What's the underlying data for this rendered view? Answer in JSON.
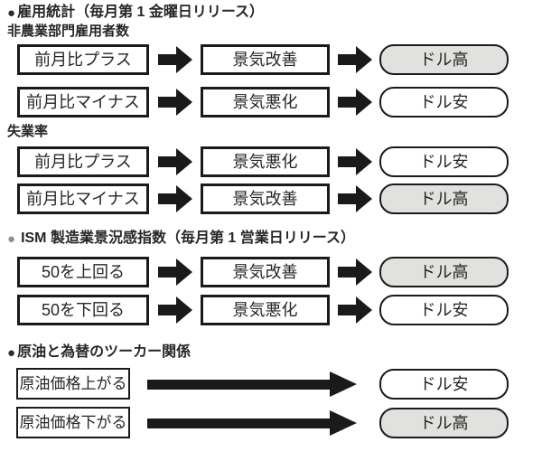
{
  "colors": {
    "ink": "#1a1a1a",
    "text": "#262626",
    "pill_fill": "#e1e1df",
    "bullet_gray": "#8f8f8f",
    "bullet_dark": "#2b2b2b",
    "background": "#ffffff"
  },
  "icons": {
    "bullet": "circle-bullet-icon",
    "arrow": "right-block-arrow-icon"
  },
  "sections": [
    {
      "bullet": "●",
      "bullet_gray": false,
      "title": "雇用統計（毎月第 1 金曜日リリース）",
      "groups": [
        {
          "label": "非農業部門雇用者数",
          "rows": [
            {
              "cause": "前月比プラス",
              "effect": "景気改善",
              "result": "ドル高",
              "highlighted": true
            },
            {
              "cause": "前月比マイナス",
              "effect": "景気悪化",
              "result": "ドル安",
              "highlighted": false
            }
          ]
        },
        {
          "label": "失業率",
          "rows": [
            {
              "cause": "前月比プラス",
              "effect": "景気悪化",
              "result": "ドル安",
              "highlighted": false
            },
            {
              "cause": "前月比マイナス",
              "effect": "景気改善",
              "result": "ドル高",
              "highlighted": true
            }
          ]
        }
      ]
    },
    {
      "bullet": "●",
      "bullet_gray": true,
      "title": "ISM 製造業景況感指数（毎月第 1 営業日リリース）",
      "groups": [
        {
          "label": "",
          "rows": [
            {
              "cause": "50を上回る",
              "effect": "景気改善",
              "result": "ドル高",
              "highlighted": true
            },
            {
              "cause": "50を下回る",
              "effect": "景気悪化",
              "result": "ドル安",
              "highlighted": false
            }
          ]
        }
      ]
    },
    {
      "bullet": "●",
      "bullet_gray": false,
      "title": "原油と為替のツーカー関係",
      "groups": [
        {
          "label": "",
          "rows": [
            {
              "cause": "原油価格上がる",
              "result": "ドル安",
              "highlighted": false
            },
            {
              "cause": "原油価格下がる",
              "result": "ドル高",
              "highlighted": true
            }
          ]
        }
      ]
    }
  ]
}
